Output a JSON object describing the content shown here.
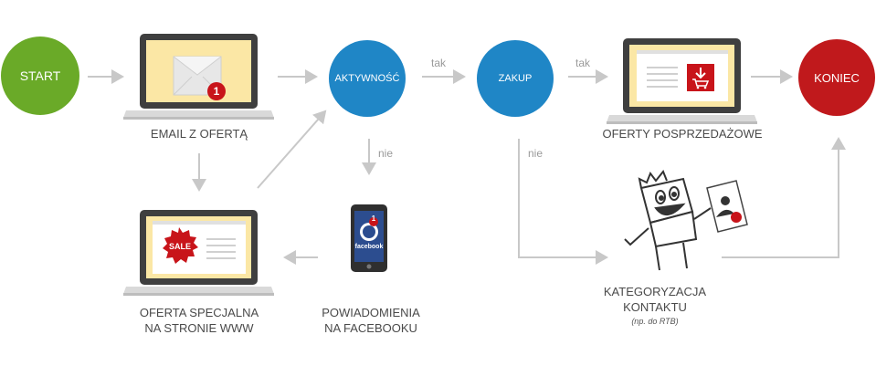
{
  "nodes": {
    "start": "START",
    "aktywnosc": "AKTYWNOŚĆ",
    "zakup": "ZAKUP",
    "koniec": "KONIEC"
  },
  "labels": {
    "email": "EMAIL Z OFERTĄ",
    "oferty_line1": "OFERTY POSPRZEDAŻOWE",
    "oferta_line1": "OFERTA  SPECJALNA",
    "oferta_line2": "NA STRONIE WWW",
    "powiad_line1": "POWIADOMIENIA",
    "powiad_line2": "NA FACEBOOKU",
    "kat_line1": "KATEGORYZACJA",
    "kat_line2": "KONTAKTU",
    "kat_note": "(np. do RTB)"
  },
  "edge_labels": {
    "tak1": "tak",
    "tak2": "tak",
    "nie1": "nie",
    "nie2": "nie"
  },
  "icons": {
    "email_badge": "1",
    "sale": "SALE",
    "facebook": "facebook",
    "fb_badge": "1"
  },
  "colors": {
    "start": "#6aaa28",
    "blue": "#1f86c6",
    "koniec": "#c0191c",
    "screen": "#fbe7a5",
    "laptop": "#3f3f3f",
    "arrow": "#c8c8c8",
    "red": "#c8141a"
  }
}
